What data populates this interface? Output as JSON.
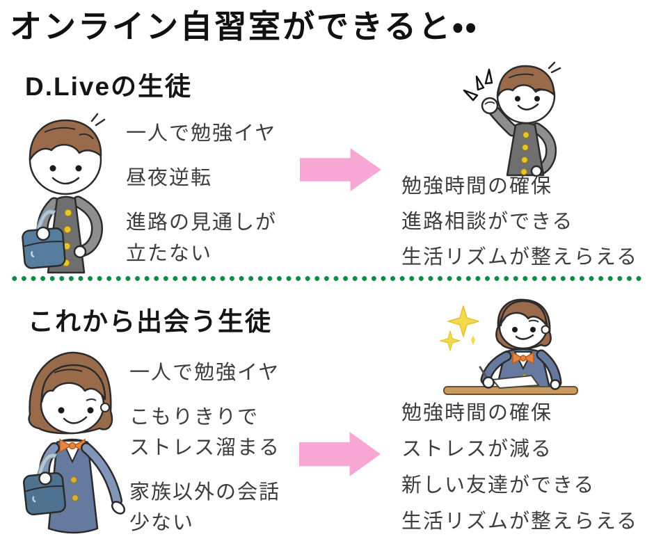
{
  "title": "オンライン自習室ができると・・",
  "colors": {
    "arrow_pink": "#F8A7D4",
    "divider_green": "#0E8C46",
    "heading_text": "#151515",
    "body_text": "#3d3d3d",
    "hair_brown": "#9a6b4b",
    "uniform_gray": "#6f6f6f",
    "button_yellow": "#e6c52e",
    "bag_blue": "#567c9e",
    "girl_uniform_blue": "#66799f",
    "bow_orange": "#e8843f",
    "desk_tan": "#c89a5f",
    "sparkle_yellow": "#f2d94e"
  },
  "divider_style": "green-dotted-line",
  "sections": [
    {
      "heading": "D.Liveの生徒",
      "illustrations": {
        "left": "boy-student-with-school-bag",
        "right": "boy-student-cheering-raised-fist"
      },
      "problems": [
        [
          "一人で勉強イヤ"
        ],
        [
          "昼夜逆転"
        ],
        [
          "進路の見通しが",
          "立たない"
        ]
      ],
      "arrow": "pink-right-arrow",
      "benefits": [
        [
          "勉強時間の確保"
        ],
        [
          "進路相談ができる"
        ],
        [
          "生活リズムが整えらえる"
        ]
      ]
    },
    {
      "heading": "これから出会う生徒",
      "illustrations": {
        "left": "girl-student-with-school-bag",
        "right": "girl-student-writing-at-desk-with-sparkles"
      },
      "problems": [
        [
          "一人で勉強イヤ"
        ],
        [
          "こもりきりで",
          "ストレス溜まる"
        ],
        [
          "家族以外の会話",
          "少ない"
        ]
      ],
      "arrow": "pink-right-arrow",
      "benefits": [
        [
          "勉強時間の確保"
        ],
        [
          "ストレスが減る"
        ],
        [
          "新しい友達ができる"
        ],
        [
          "生活リズムが整えらえる"
        ]
      ]
    }
  ]
}
